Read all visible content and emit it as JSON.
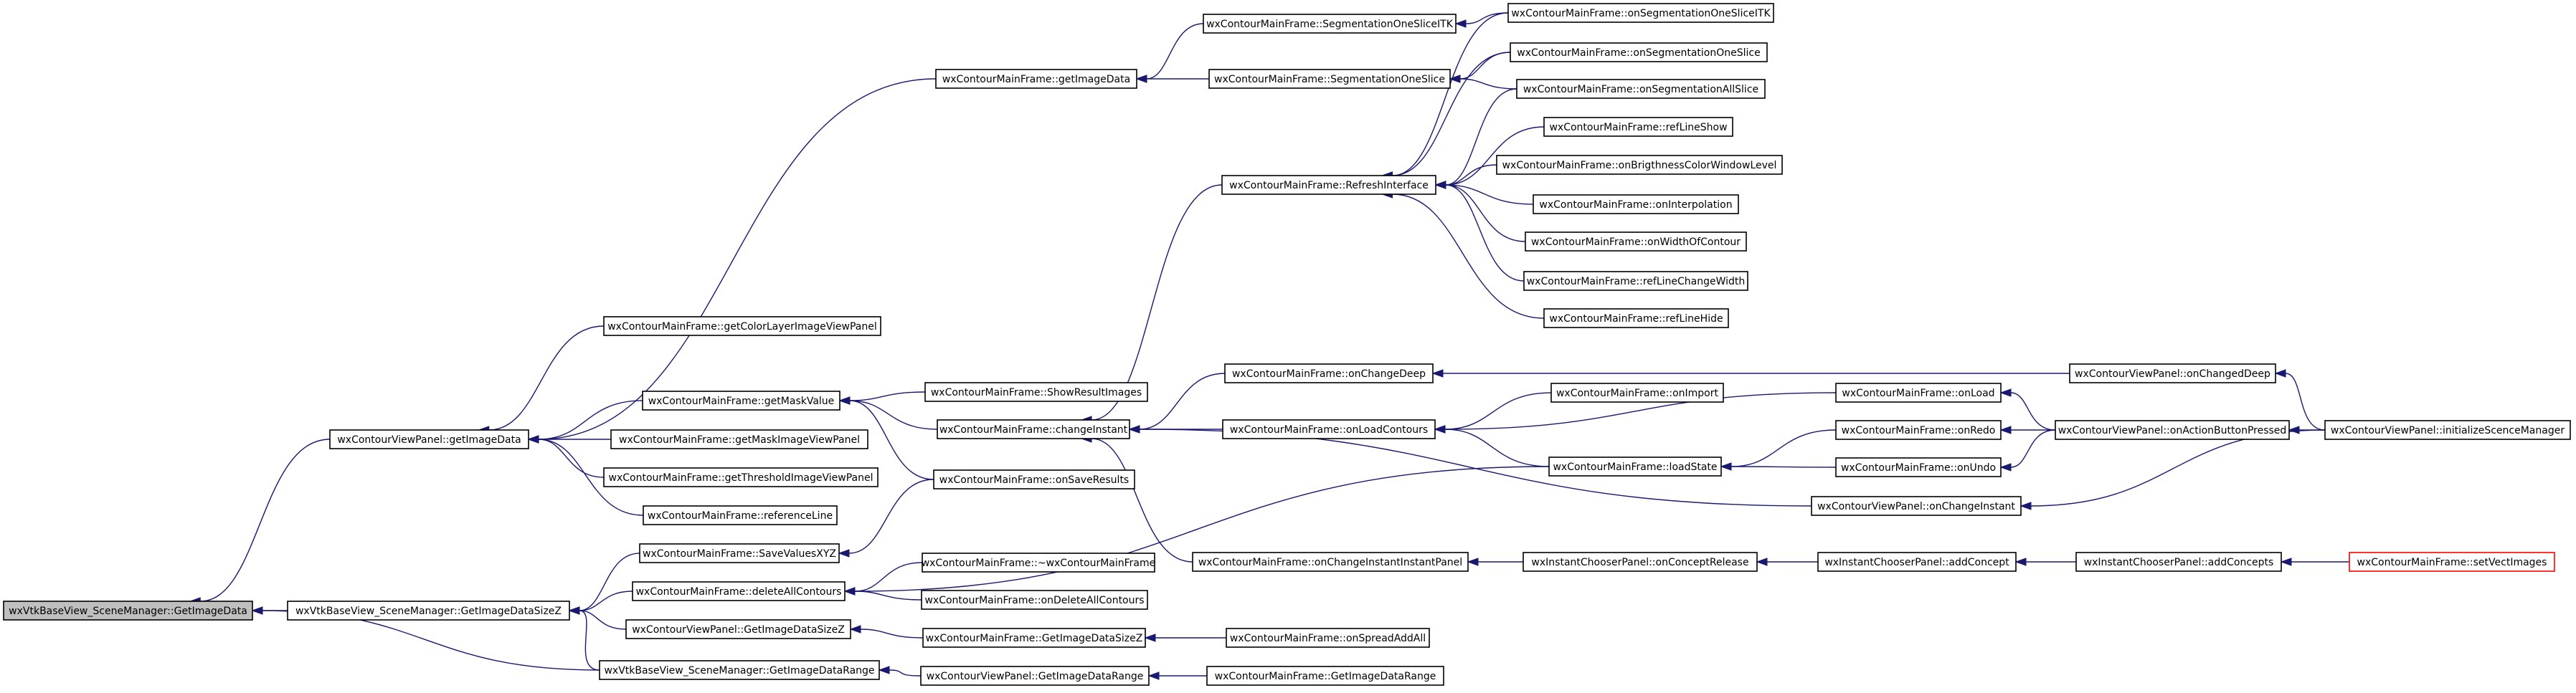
{
  "graph": {
    "nodes": {
      "root": "wxVtkBaseView_SceneManager::GetImageData",
      "getImageDataSizeZ": "wxVtkBaseView_SceneManager::GetImageDataSizeZ",
      "getImageDataRange": "wxVtkBaseView_SceneManager::GetImageDataRange",
      "saveValuesXYZ": "wxContourMainFrame::SaveValuesXYZ",
      "deleteAllContours": "wxContourMainFrame::deleteAllContours",
      "vpGetImageDataSizeZ": "wxContourViewPanel::GetImageDataSizeZ",
      "vpGetImageDataRange": "wxContourViewPanel::GetImageDataRange",
      "vpGetImageData": "wxContourViewPanel::getImageData",
      "getColorLayer": "wxContourMainFrame::getColorLayerImageViewPanel",
      "getImageDataMF": "wxContourMainFrame::getImageData",
      "getMaskValue": "wxContourMainFrame::getMaskValue",
      "getMaskImageViewPanel": "wxContourMainFrame::getMaskImageViewPanel",
      "getThresholdImageViewPanel": "wxContourMainFrame::getThresholdImageViewPanel",
      "referenceLine": "wxContourMainFrame::referenceLine",
      "showResultImages": "wxContourMainFrame::ShowResultImages",
      "changeInstant": "wxContourMainFrame::changeInstant",
      "onSaveResults": "wxContourMainFrame::onSaveResults",
      "destructor": "wxContourMainFrame::~wxContourMainFrame",
      "onDeleteAllContours": "wxContourMainFrame::onDeleteAllContours",
      "mfGetImageDataSizeZ": "wxContourMainFrame::GetImageDataSizeZ",
      "mfGetImageDataRange": "wxContourMainFrame::GetImageDataRange",
      "segOneSliceITK": "wxContourMainFrame::SegmentationOneSliceITK",
      "segOneSlice": "wxContourMainFrame::SegmentationOneSlice",
      "refreshInterface": "wxContourMainFrame::RefreshInterface",
      "onChangeDeep": "wxContourMainFrame::onChangeDeep",
      "onLoadContours": "wxContourMainFrame::onLoadContours",
      "onChangeInstantInstantPanel": "wxContourMainFrame::onChangeInstantInstantPanel",
      "onSegOneSliceITK": "wxContourMainFrame::onSegmentationOneSliceITK",
      "onSegOneSlice": "wxContourMainFrame::onSegmentationOneSlice",
      "onSegAllSlice": "wxContourMainFrame::onSegmentationAllSlice",
      "refLineShow": "wxContourMainFrame::refLineShow",
      "onBrigthness": "wxContourMainFrame::onBrigthnessColorWindowLevel",
      "onInterpolation": "wxContourMainFrame::onInterpolation",
      "onWidthOfContour": "wxContourMainFrame::onWidthOfContour",
      "refLineChangeWidth": "wxContourMainFrame::refLineChangeWidth",
      "refLineHide": "wxContourMainFrame::refLineHide",
      "onImport": "wxContourMainFrame::onImport",
      "loadState": "wxContourMainFrame::loadState",
      "onLoad": "wxContourMainFrame::onLoad",
      "onRedo": "wxContourMainFrame::onRedo",
      "onUndo": "wxContourMainFrame::onUndo",
      "vpOnChangedDeep": "wxContourViewPanel::onChangedDeep",
      "vpOnActionButtonPressed": "wxContourViewPanel::onActionButtonPressed",
      "vpOnChangeInstant": "wxContourViewPanel::onChangeInstant",
      "vpInitializeScene": "wxContourViewPanel::initializeScenceManager",
      "icpOnConceptRelease": "wxInstantChooserPanel::onConceptRelease",
      "icpAddConcept": "wxInstantChooserPanel::addConcept",
      "icpAddConcepts": "wxInstantChooserPanel::addConcepts",
      "setVectImages": "wxContourMainFrame::setVectImages",
      "onSpreadAddAll": "wxContourMainFrame::onSpreadAddAll",
      "mfGetImageDataRange2": "wxContourMainFrame::GetImageDataRange"
    },
    "colors": {
      "edge": "#191970",
      "root_fill": "#bfbfbf",
      "truncated_border": "#ff0000"
    }
  }
}
